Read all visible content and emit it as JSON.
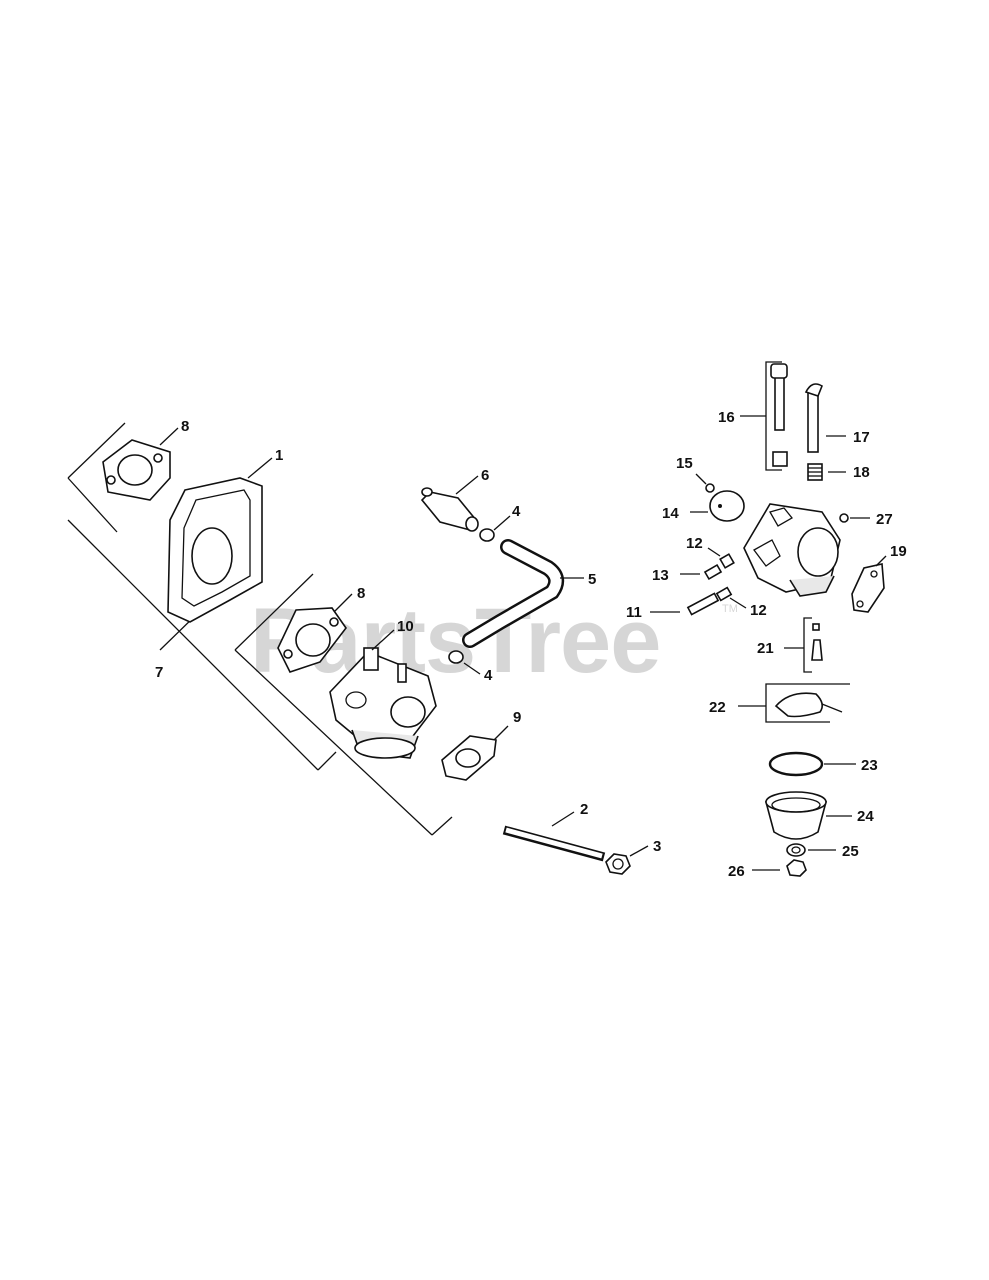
{
  "watermark": {
    "text": "PartsTree",
    "trademark": "TM"
  },
  "callouts": {
    "c1": "1",
    "c2": "2",
    "c3": "3",
    "c4a": "4",
    "c4b": "4",
    "c5": "5",
    "c6": "6",
    "c7": "7",
    "c8a": "8",
    "c8b": "8",
    "c9": "9",
    "c10": "10",
    "c11": "11",
    "c12a": "12",
    "c12b": "12",
    "c13": "13",
    "c14": "14",
    "c15": "15",
    "c16": "16",
    "c17": "17",
    "c18": "18",
    "c19": "19",
    "c21": "21",
    "c22": "22",
    "c23": "23",
    "c24": "24",
    "c25": "25",
    "c26": "26",
    "c27": "27"
  }
}
